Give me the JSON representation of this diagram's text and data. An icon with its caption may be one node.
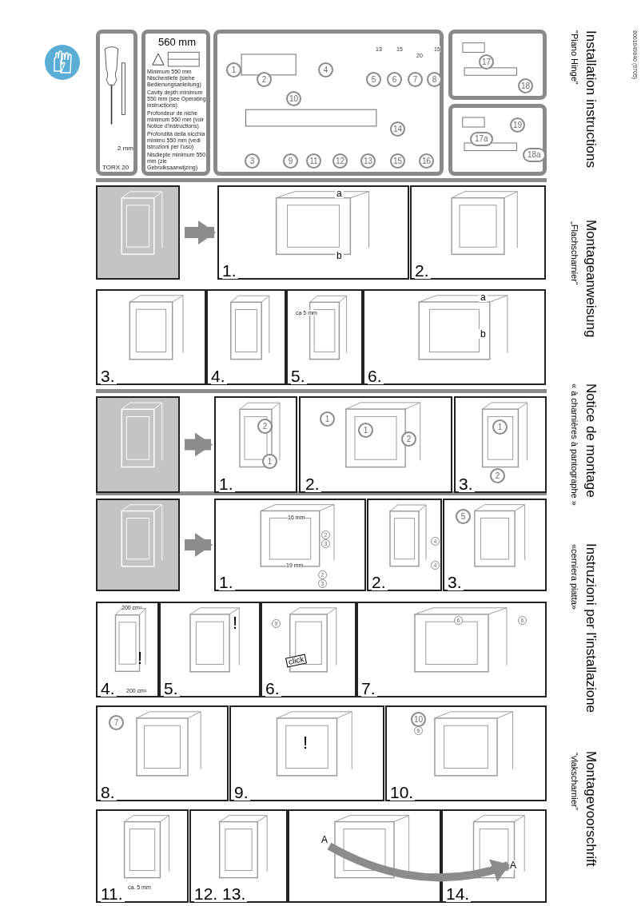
{
  "diagram": {
    "nodes": [
      {
        "text": [
          "2 mm",
          "TORX 20"
        ]
      },
      {
        "text": [
          "560 mm",
          "Minimum 550 mm Nischentiefe (siehe Bedienungsanleitung)",
          "Cavity depth minimum 550 mm (see Operating instructions)",
          "Profondeur de niche minimum 550 mm (voir Notice d'instructions)",
          "Profondità della nicchia minimo 550 mm (vedi istruzioni per l'uso)",
          "Nisdiepte minimum 550 mm (zie Gebruiksaanwijzing)"
        ]
      },
      {
        "text": [
          "1",
          "2",
          "4",
          "13",
          "15",
          "20",
          "15",
          "5",
          "6",
          "7",
          "8",
          "10",
          "3",
          "9",
          "11",
          "12",
          "13",
          "14",
          "15",
          "16"
        ]
      },
      {
        "text": [
          "17",
          "18"
        ]
      },
      {
        "text": [
          "19",
          "17a",
          "18a"
        ]
      },
      {
        "text": [],
        "shape": "picture"
      },
      {
        "text": [
          "a",
          "b",
          "1."
        ]
      },
      {
        "text": [
          "2."
        ]
      },
      {
        "text": [
          "3."
        ]
      },
      {
        "text": [
          "4."
        ]
      },
      {
        "text": [
          "ca 5 mm",
          "5."
        ]
      },
      {
        "text": [
          "a",
          "b",
          "6."
        ]
      },
      {
        "text": [],
        "shape": "picture"
      },
      {
        "text": [
          "2",
          "1",
          "1."
        ]
      },
      {
        "text": [
          "1",
          "1",
          "2",
          "2."
        ]
      },
      {
        "text": [
          "1",
          "2",
          "3."
        ]
      },
      {
        "text": [],
        "shape": "picture"
      },
      {
        "text": [
          "16 mm",
          "2",
          "3",
          "19 mm",
          "2",
          "3",
          "1."
        ]
      },
      {
        "text": [
          "4",
          "4",
          "2."
        ]
      },
      {
        "text": [
          "5",
          "3."
        ]
      },
      {
        "text": [
          "200 cm²",
          "!",
          "200 cm²",
          "4."
        ]
      },
      {
        "text": [
          "!",
          "5."
        ]
      },
      {
        "text": [
          "9",
          "click",
          "6."
        ]
      },
      {
        "text": [
          "6",
          "6",
          "7."
        ]
      },
      {
        "text": [
          "7",
          "8."
        ]
      },
      {
        "text": [
          "!",
          "9."
        ]
      },
      {
        "text": [
          "10",
          "6",
          "10."
        ]
      },
      {
        "text": [
          "ca. 5 mm",
          "11."
        ]
      },
      {
        "text": [
          "12. 13."
        ]
      },
      {
        "text": [],
        "shape": "box"
      },
      {
        "text": [
          "A"
        ],
        "in": 29
      },
      {
        "text": [
          "14."
        ]
      },
      {
        "text": [
          "A"
        ],
        "in": 31
      }
    ],
    "edges": [
      {
        "from": 5,
        "to": 6,
        "arrow": "to"
      },
      {
        "from": 12,
        "to": 13,
        "arrow": "to"
      },
      {
        "from": 16,
        "to": 17,
        "arrow": "to"
      },
      {
        "from": 30,
        "to": 32,
        "arrow": "to"
      }
    ],
    "labels": [
      "8001049840 (9705)",
      "Installation instructions",
      "\"Piano Hinge\"",
      "Montageanweisung",
      "„Flachscharnier“",
      "Notice de montage",
      "« à charnières à pantographe »",
      "Instruzioni per l'installazione",
      "«cerniera piatta»",
      "Montagevoorschrift",
      "“vlakscharnier”"
    ]
  }
}
